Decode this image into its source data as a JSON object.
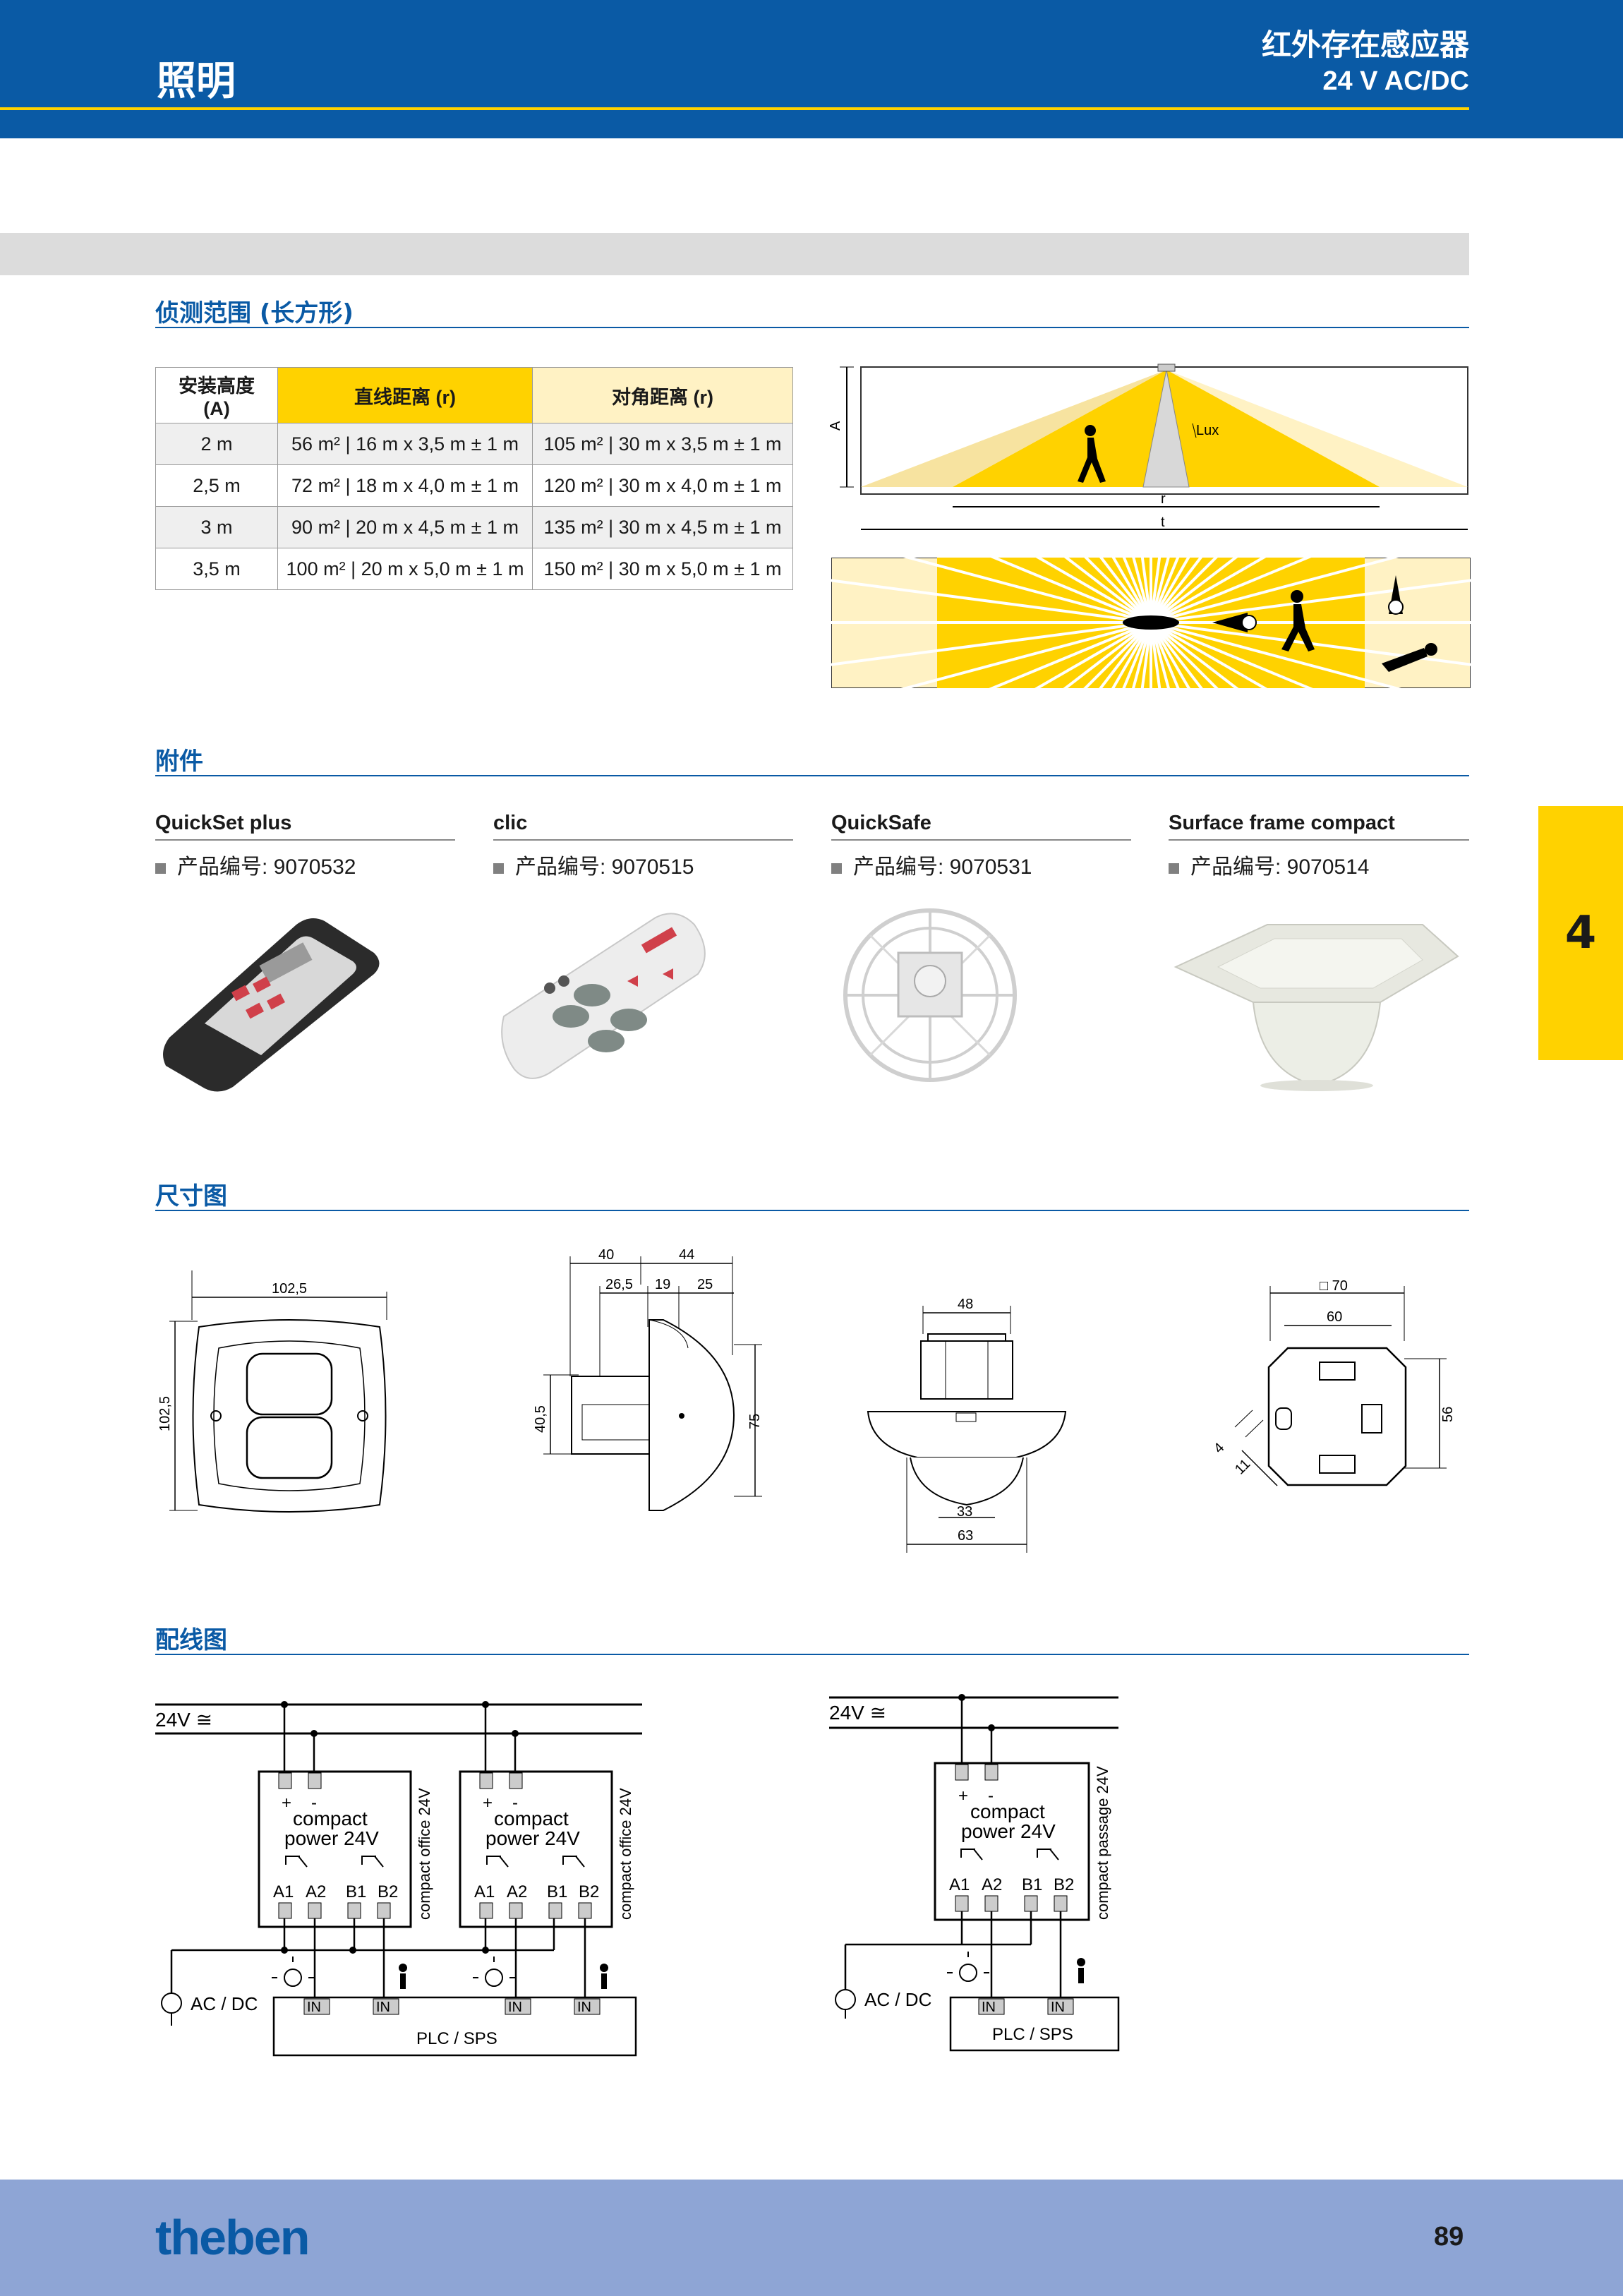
{
  "header": {
    "section": "照明",
    "title": "红外存在感应器",
    "subtitle": "24 V AC/DC"
  },
  "detection": {
    "title": "侦测范围 (长方形)",
    "table": {
      "headers": [
        "安装高度\n(A)",
        "直线距离 (r)",
        "对角距离 (r)"
      ],
      "rows": [
        [
          "2 m",
          "56 m² | 16 m x 3,5 m ± 1 m",
          "105 m² | 30 m x 3,5 m ± 1 m"
        ],
        [
          "2,5 m",
          "72 m² | 18 m x 4,0 m ± 1 m",
          "120 m² | 30 m x 4,0 m ± 1 m"
        ],
        [
          "3 m",
          "90 m² | 20 m x 4,5 m ± 1 m",
          "135 m² | 30 m x 4,5 m ± 1 m"
        ],
        [
          "3,5 m",
          "100 m² | 20 m x 5,0 m ± 1 m",
          "150 m² | 30 m x 5,0 m ± 1 m"
        ]
      ]
    },
    "diagram": {
      "a": "A",
      "lux": "Lux",
      "r": "r",
      "t": "t"
    }
  },
  "accessories": {
    "title": "附件",
    "items": [
      {
        "name": "QuickSet plus",
        "code": "产品编号: 9070532"
      },
      {
        "name": "clic",
        "code": "产品编号: 9070515"
      },
      {
        "name": "QuickSafe",
        "code": "产品编号: 9070531"
      },
      {
        "name": "Surface frame compact",
        "code": "产品编号: 9070514"
      }
    ]
  },
  "dimensions": {
    "title": "尺寸图",
    "d1": {
      "w": "102,5",
      "h": "102,5"
    },
    "d2": {
      "a": "40",
      "b": "44",
      "c": "26,5",
      "d": "19",
      "e": "25",
      "h1": "40,5",
      "h2": "75"
    },
    "d3": {
      "top": "48",
      "mid": "33",
      "bot": "63"
    },
    "d4": {
      "sq": "□ 70",
      "w": "60",
      "h": "56",
      "s1": "4",
      "s2": "11"
    }
  },
  "wiring": {
    "title": "配线图",
    "supply": "24V ≅",
    "module": [
      "compact",
      "power 24V"
    ],
    "terminals": [
      "A1",
      "A2",
      "B1",
      "B2"
    ],
    "polarity": [
      "+",
      "-"
    ],
    "side1": "compact office 24V",
    "side2": "compact passage 24V",
    "ac": "AC / DC",
    "input": "IN",
    "plc": "PLC / SPS"
  },
  "side_tab": "4",
  "footer": {
    "logo": "theben",
    "page": "89"
  }
}
